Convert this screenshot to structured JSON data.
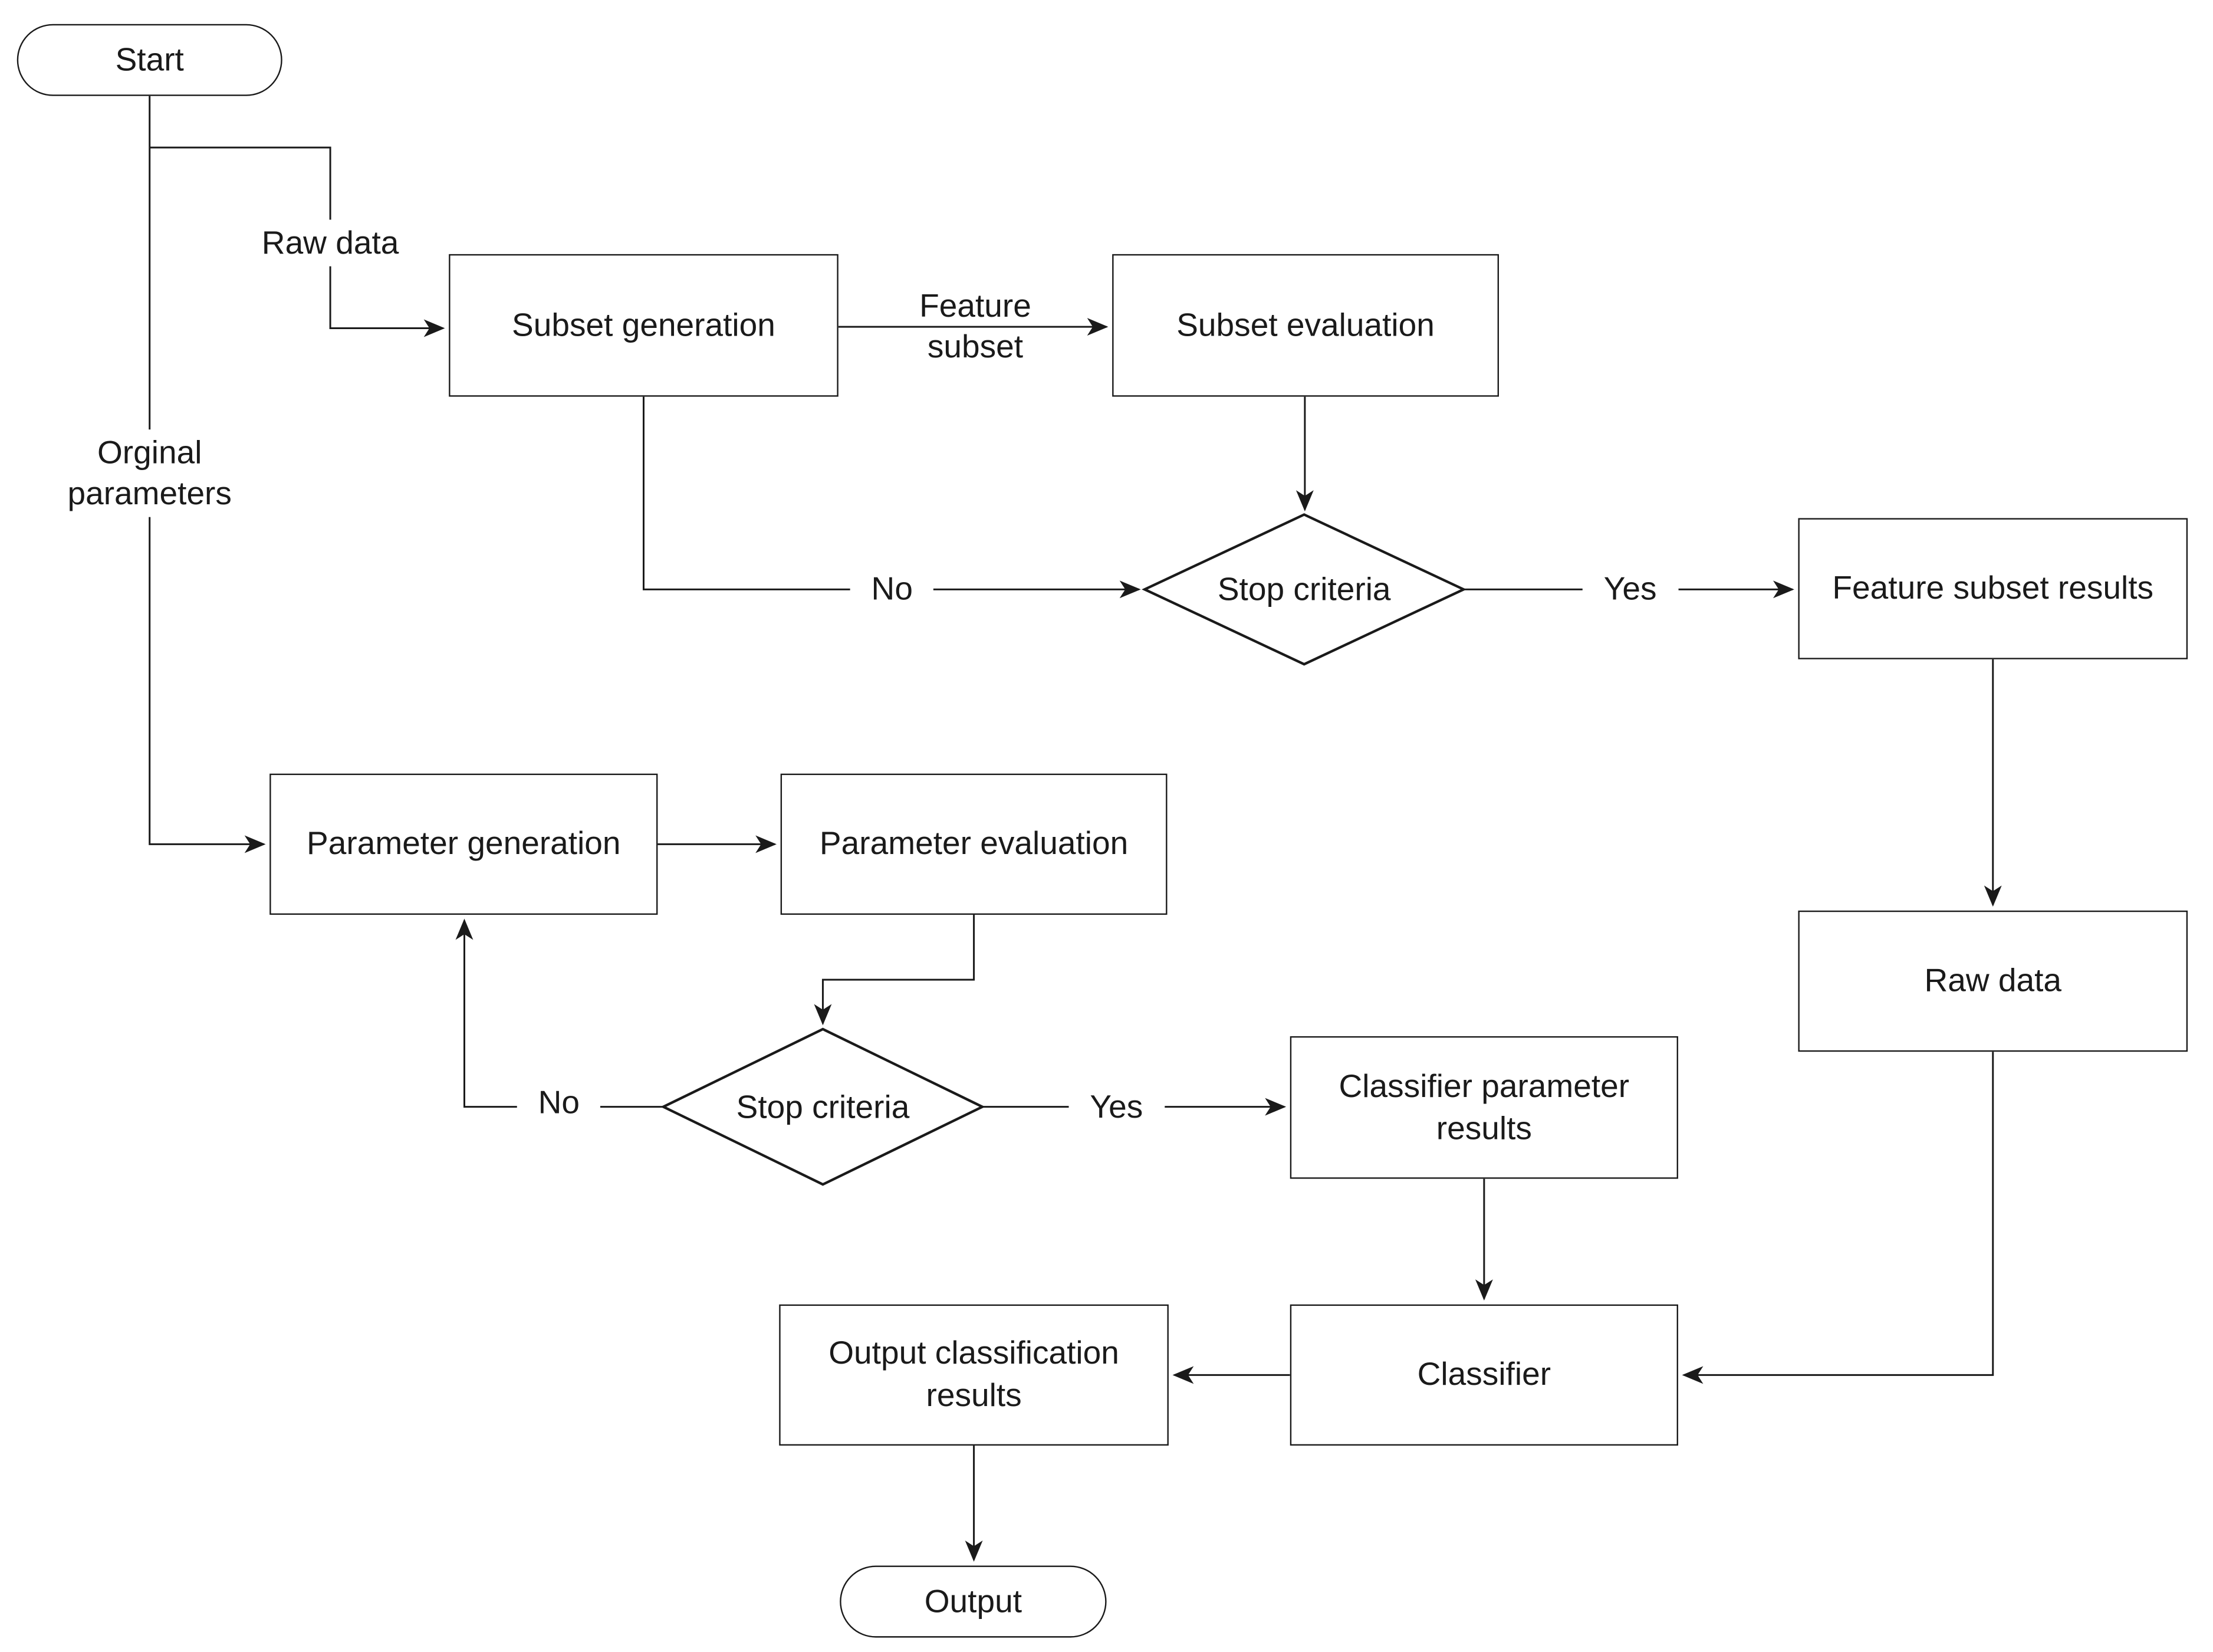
{
  "diagram": {
    "type": "flowchart",
    "background_color": "#ffffff",
    "line_color": "#1a1a1a",
    "text_color": "#1a1a1a"
  },
  "nodes": {
    "start": {
      "label": "Start",
      "shape": "terminal"
    },
    "subset_generation": {
      "label": "Subset generation",
      "shape": "process"
    },
    "subset_evaluation": {
      "label": "Subset evaluation",
      "shape": "process"
    },
    "stop_criteria_1": {
      "label": "Stop criteria",
      "shape": "decision"
    },
    "feature_subset_results": {
      "label": "Feature subset results",
      "shape": "process"
    },
    "raw_data": {
      "label": "Raw data",
      "shape": "process"
    },
    "parameter_generation": {
      "label": "Parameter generation",
      "shape": "process"
    },
    "parameter_evaluation": {
      "label": "Parameter evaluation",
      "shape": "process"
    },
    "stop_criteria_2": {
      "label": "Stop criteria",
      "shape": "decision"
    },
    "classifier_parameter_results": {
      "label": "Classifier parameter results",
      "shape": "process"
    },
    "classifier": {
      "label": "Classifier",
      "shape": "process"
    },
    "output_classification_results": {
      "label": "Output classification results",
      "shape": "process"
    },
    "output": {
      "label": "Output",
      "shape": "terminal"
    }
  },
  "edge_labels": {
    "raw_data_input": "Raw data",
    "orginal_parameters": "Orginal parameters",
    "feature_subset": "Feature subset",
    "no_1": "No",
    "yes_1": "Yes",
    "no_2": "No",
    "yes_2": "Yes"
  }
}
